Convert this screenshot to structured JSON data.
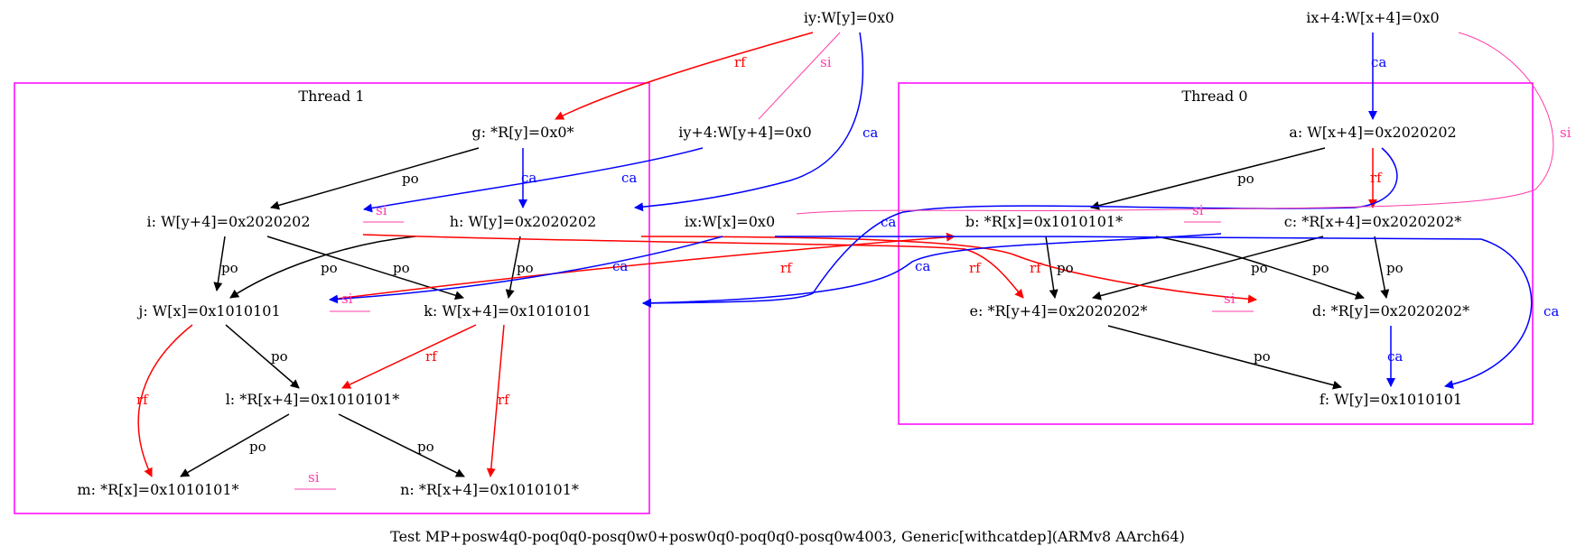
{
  "colors": {
    "po": "#000000",
    "rf": "#ff0000",
    "ca": "#0000ff",
    "si": "#ff3da8",
    "cluster": "#ff00ff"
  },
  "clusters": {
    "thread1": "Thread 1",
    "thread0": "Thread 0"
  },
  "nodes": {
    "iy": "iy:W[y]=0x0",
    "ix4": "ix+4:W[x+4]=0x0",
    "iy4": "iy+4:W[y+4]=0x0",
    "ix": "ix:W[x]=0x0",
    "g": "g: *R[y]=0x0*",
    "i": "i: W[y+4]=0x2020202",
    "h": "h: W[y]=0x2020202",
    "j": "j: W[x]=0x1010101",
    "k": "k: W[x+4]=0x1010101",
    "l": "l: *R[x+4]=0x1010101*",
    "m": "m: *R[x]=0x1010101*",
    "n": "n: *R[x+4]=0x1010101*",
    "a": "a: W[x+4]=0x2020202",
    "b": "b: *R[x]=0x1010101*",
    "c": "c: *R[x+4]=0x2020202*",
    "e": "e: *R[y+4]=0x2020202*",
    "d": "d: *R[y]=0x2020202*",
    "f": "f: W[y]=0x1010101"
  },
  "edge_labels": {
    "po": "po",
    "rf": "rf",
    "ca": "ca",
    "si": "si"
  },
  "caption": "Test MP+posw4q0-poq0q0-posq0w0+posw0q0-poq0q0-posq0w4003, Generic[withcatdep](ARMv8 AArch64)"
}
